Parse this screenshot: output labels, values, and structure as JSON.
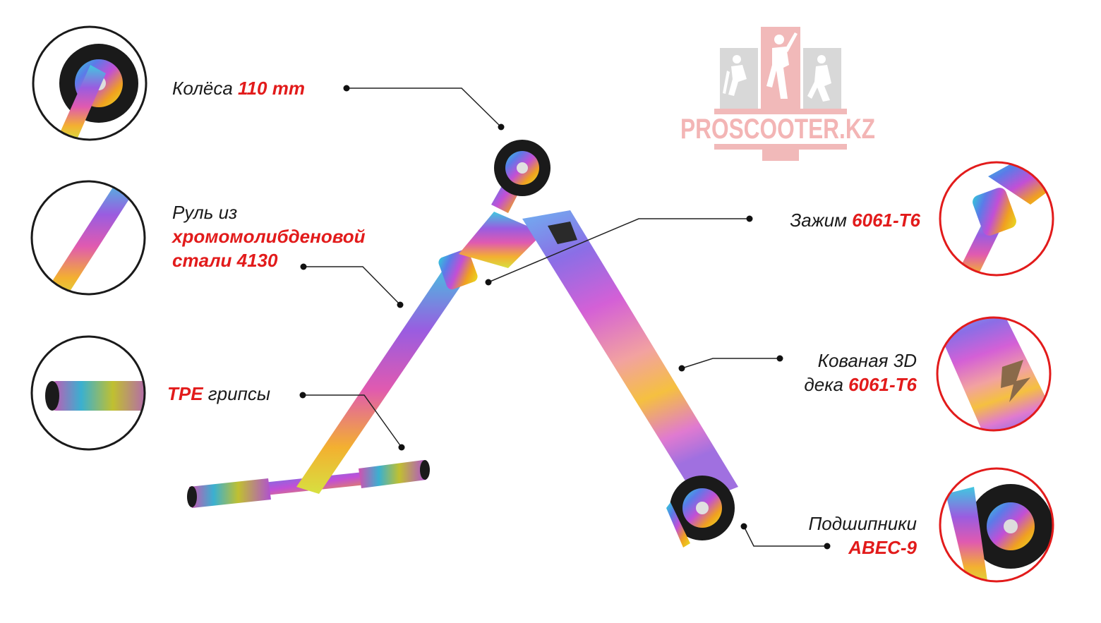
{
  "logo": {
    "text": "PROSCOOTER.KZ",
    "color": "#f3b5b5",
    "figure_color": "#c8c8c8"
  },
  "features": [
    {
      "id": "wheels",
      "text": "Колёса ",
      "highlight": "110 mm"
    },
    {
      "id": "bars",
      "text_line1": "Руль из",
      "highlight_line2": "хромомолибденовой",
      "highlight_line3": "стали 4130"
    },
    {
      "id": "grips",
      "highlight": "TPE",
      "text": " грипсы"
    },
    {
      "id": "clamp",
      "text": "Зажим ",
      "highlight": "6061-T6"
    },
    {
      "id": "deck",
      "text_line1": "Кованая 3D",
      "text_line2": "дека ",
      "highlight_line2": "6061-T6"
    },
    {
      "id": "bearings",
      "text_line1": "Подшипники",
      "highlight_line2": "ABEC-9"
    }
  ],
  "colors": {
    "accent": "#e21b1b",
    "text": "#1a1a1a",
    "leader": "#222222",
    "circle_left": "#1a1a1a",
    "circle_right": "#e21b1b"
  },
  "icons": {
    "detail_wheel": "wheel-detail-icon",
    "detail_bar": "bar-detail-icon",
    "detail_grip": "grip-detail-icon",
    "detail_clamp": "clamp-detail-icon",
    "detail_deck": "deck-detail-icon",
    "detail_bearing": "bearing-detail-icon"
  }
}
